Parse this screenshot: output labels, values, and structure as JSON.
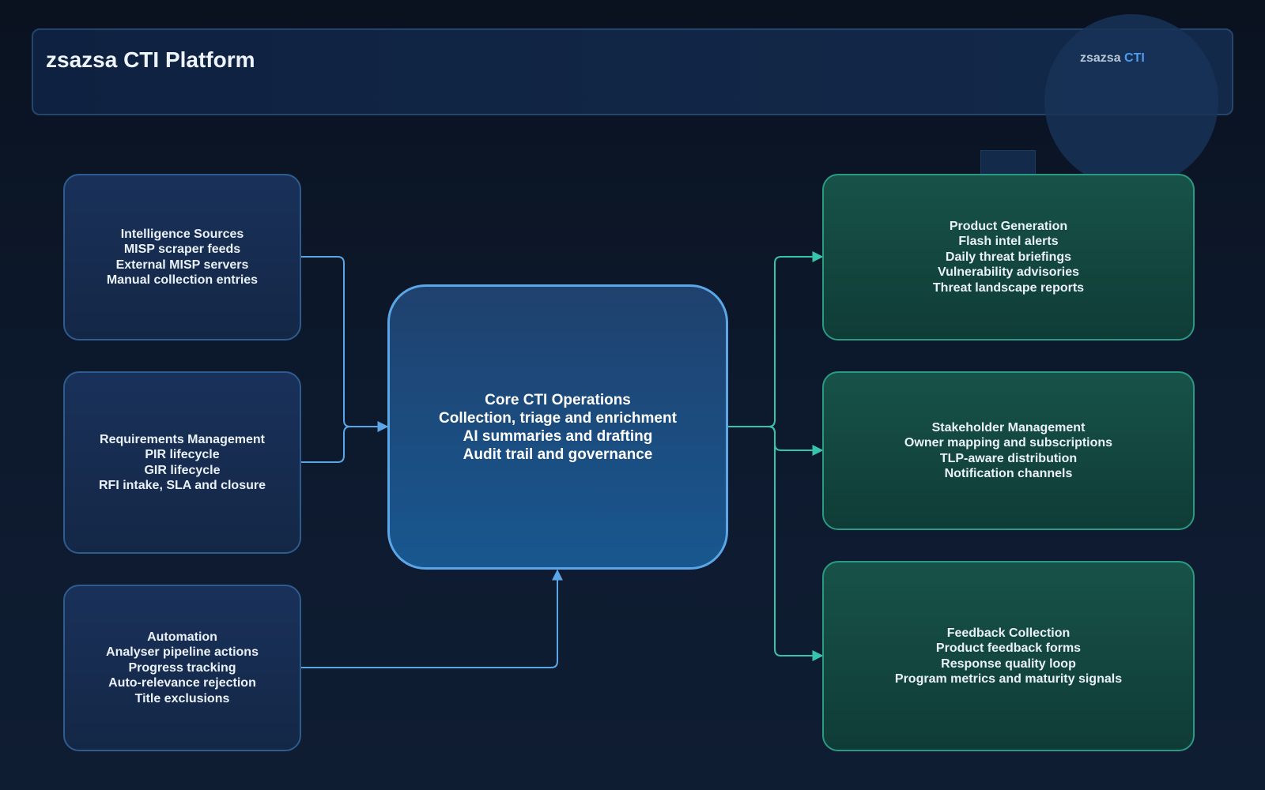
{
  "header": {
    "title": "zsazsa CTI Platform",
    "brand_part1": "zsazsa",
    "brand_part2": "CTI"
  },
  "colors": {
    "blue_connector": "#5aa6e6",
    "teal_connector": "#38c3ac",
    "core_border": "#5aa6e6",
    "brand_accent": "#4f9cf0"
  },
  "nodes": {
    "sources": {
      "title": "Intelligence Sources",
      "lines": [
        "MISP scraper feeds",
        "External MISP servers",
        "Manual collection entries"
      ]
    },
    "requirements": {
      "title": "Requirements Management",
      "lines": [
        "PIR lifecycle",
        "GIR lifecycle",
        "RFI intake, SLA and closure"
      ]
    },
    "automation": {
      "title": "Automation",
      "lines": [
        "Analyser pipeline actions",
        "Progress tracking",
        "Auto-relevance rejection",
        "Title exclusions"
      ]
    },
    "core": {
      "title": "Core CTI Operations",
      "lines": [
        "Collection, triage and enrichment",
        "AI summaries and drafting",
        "Audit trail and governance"
      ]
    },
    "products": {
      "title": "Product Generation",
      "lines": [
        "Flash intel alerts",
        "Daily threat briefings",
        "Vulnerability advisories",
        "Threat landscape reports"
      ]
    },
    "stakeholders": {
      "title": "Stakeholder Management",
      "lines": [
        "Owner mapping and subscriptions",
        "TLP-aware distribution",
        "Notification channels"
      ]
    },
    "feedback": {
      "title": "Feedback Collection",
      "lines": [
        "Product feedback forms",
        "Response quality loop",
        "Program metrics and maturity signals"
      ]
    }
  },
  "edges": [
    {
      "from": "sources",
      "to": "core"
    },
    {
      "from": "requirements",
      "to": "core"
    },
    {
      "from": "automation",
      "to": "core"
    },
    {
      "from": "core",
      "to": "products"
    },
    {
      "from": "core",
      "to": "stakeholders"
    },
    {
      "from": "core",
      "to": "feedback"
    }
  ]
}
